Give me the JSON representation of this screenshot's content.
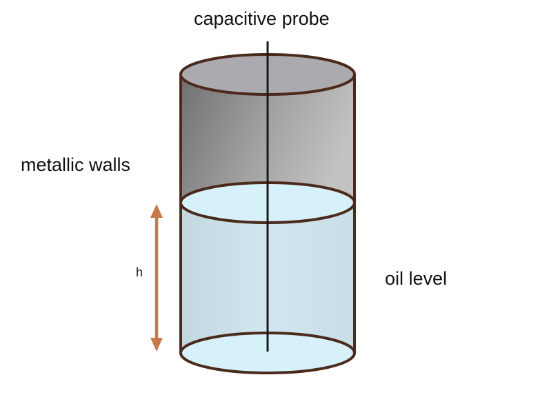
{
  "labels": {
    "probe": "capacitive probe",
    "walls": "metallic walls",
    "oil_level": "oil level",
    "height": "h"
  },
  "colors": {
    "outline": "#4a2a1c",
    "probe": "#1a1a1a",
    "liquid_body": "#cfe4ee",
    "liquid_surface": "#d7f2fb",
    "wall_dark": "#727272",
    "wall_light": "#bdbdbd",
    "top_rim": "#a9a9ad",
    "arrow": "#c8784a"
  }
}
